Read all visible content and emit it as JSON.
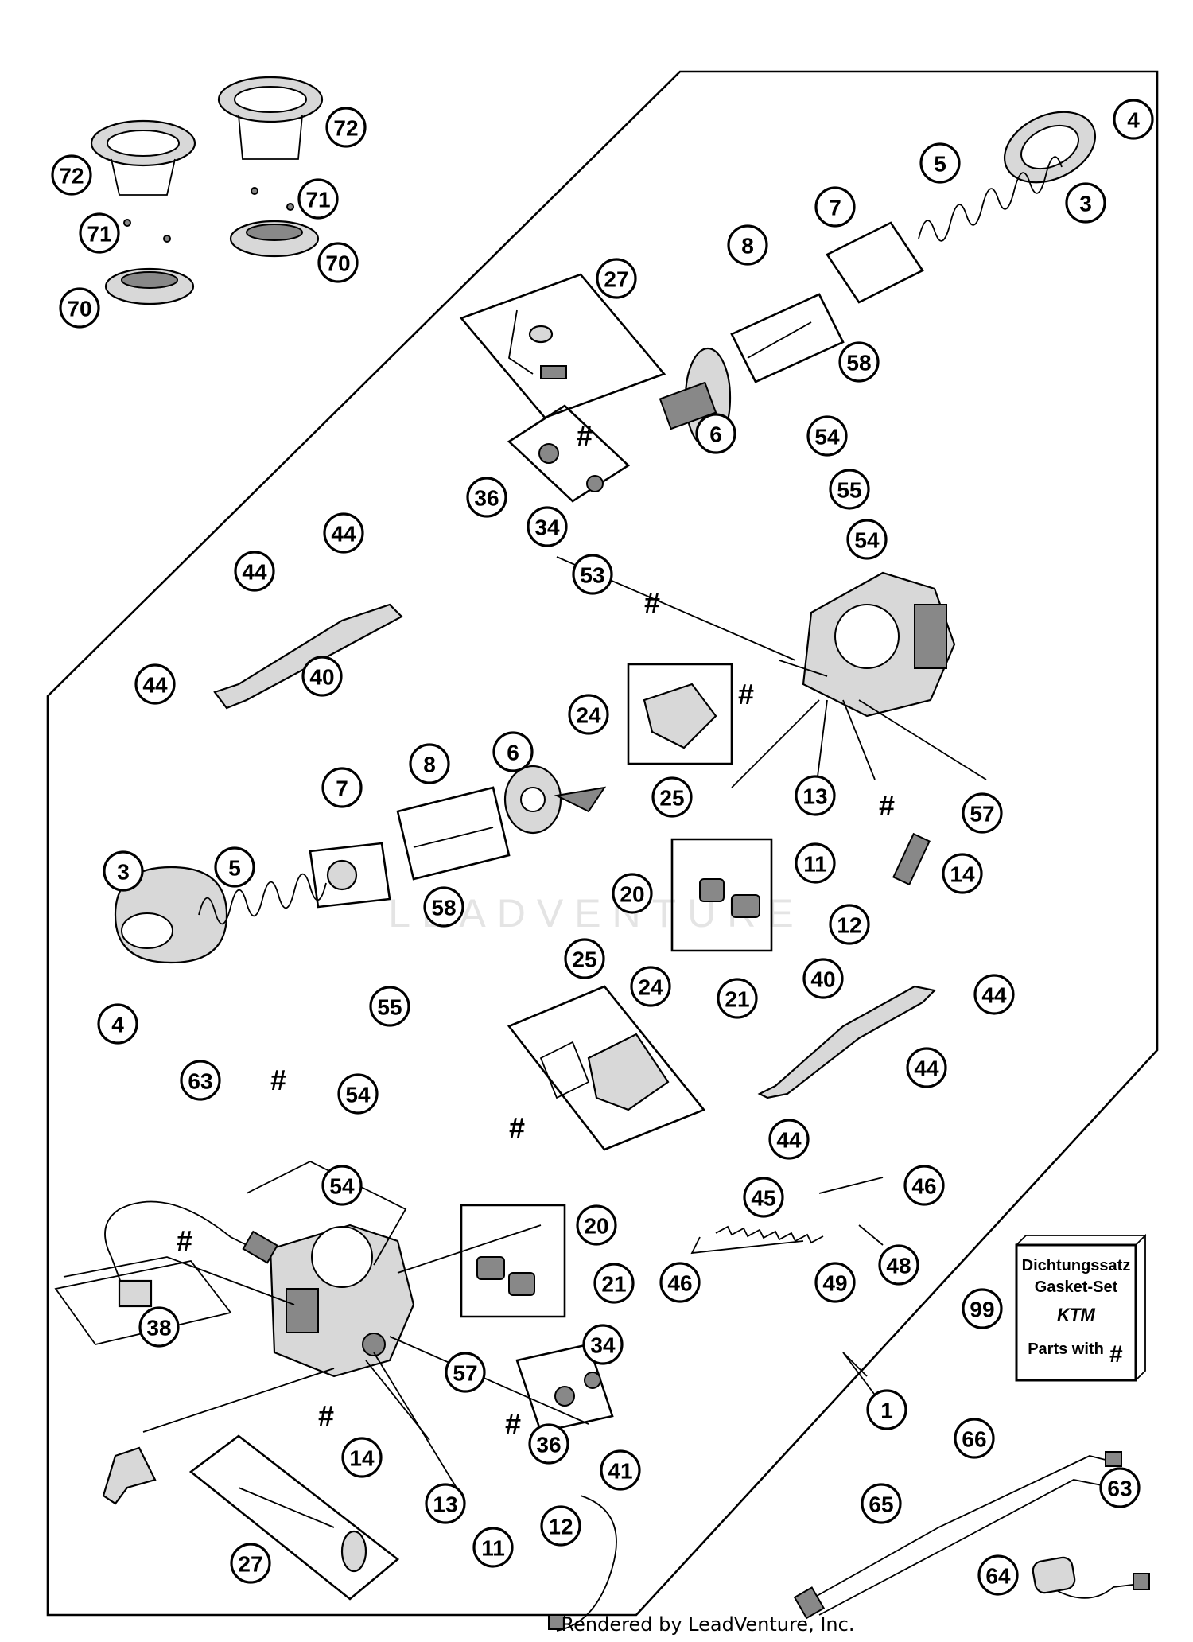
{
  "watermark": "LEADVENTURE",
  "footer": "Rendered by LeadVenture, Inc.",
  "gasket_kit": {
    "line1": "Dichtungssatz",
    "line2": "Gasket-Set",
    "logo": "KTM",
    "line3": "Parts with",
    "hash": "#"
  },
  "hash_symbol": "#",
  "callouts": [
    "1",
    "3",
    "4",
    "5",
    "6",
    "7",
    "8",
    "11",
    "12",
    "13",
    "14",
    "20",
    "21",
    "24",
    "25",
    "27",
    "34",
    "36",
    "38",
    "40",
    "41",
    "44",
    "45",
    "46",
    "48",
    "49",
    "53",
    "54",
    "55",
    "57",
    "58",
    "63",
    "64",
    "65",
    "66",
    "70",
    "71",
    "72",
    "99"
  ],
  "icons": [
    "carburetor-body-icon",
    "spring-icon",
    "intake-boot-icon",
    "cover-cap-icon",
    "hose-icon",
    "wire-harness-icon",
    "sensor-icon"
  ]
}
